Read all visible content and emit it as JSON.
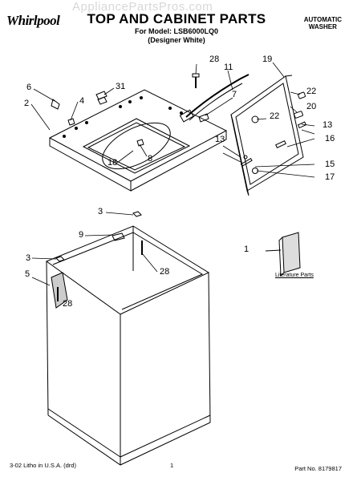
{
  "watermark": "AppliancePartsPros.com",
  "header": {
    "brand": "Whirlpool",
    "title": "TOP AND CABINET PARTS",
    "model_line": "For Model: LSB6000LQ0",
    "color_line": "(Designer White)",
    "product_type_line1": "AUTOMATIC",
    "product_type_line2": "WASHER"
  },
  "callouts": {
    "c28a": "28",
    "c11": "11",
    "c19": "19",
    "c6": "6",
    "c31": "31",
    "c22a": "22",
    "c2": "2",
    "c4": "4",
    "c7": "7",
    "c20": "20",
    "c22b": "22",
    "c13a": "13",
    "c13b": "13",
    "c16": "16",
    "c18": "18",
    "c8": "8",
    "c15": "15",
    "c17": "17",
    "c3a": "3",
    "c9": "9",
    "c1": "1",
    "c28b": "28",
    "c3b": "3",
    "c5": "5",
    "c28c": "28"
  },
  "literature_label": "Literature Parts",
  "footer": {
    "litho": "3-02 Litho in U.S.A. (drd)",
    "page": "1",
    "part_no": "Part No. 8179817"
  }
}
